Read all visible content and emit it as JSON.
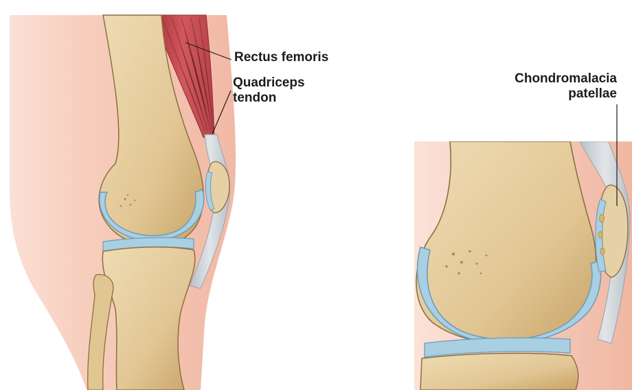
{
  "labels": {
    "rectus_femoris": "Rectus femoris",
    "quadriceps_line1": "Quadriceps",
    "quadriceps_line2": "tendon",
    "chondromalacia_line1": "Chondromalacia",
    "chondromalacia_line2": "patellae"
  },
  "colors": {
    "skin": "#f6c7b4",
    "skin_dark": "#eba58f",
    "bone": "#e6d1a6",
    "bone_shadow": "#c9a56b",
    "bone_outline": "#8d6e43",
    "cartilage": "#a9cfe2",
    "cartilage_outline": "#6e9cb8",
    "tendon": "#cdd3d8",
    "muscle": "#c94d52",
    "muscle_dark": "#9d2f36",
    "damaged_cartilage": "#d9b46a"
  }
}
